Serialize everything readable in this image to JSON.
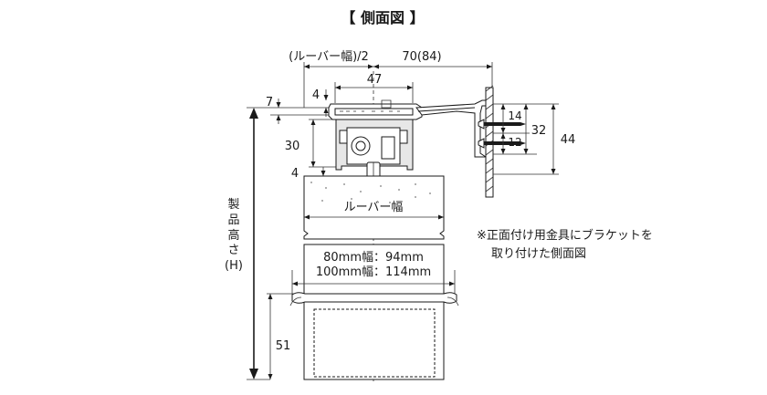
{
  "title": "【 側面図 】",
  "dimensions": {
    "louver_width_half": "(ルーバー幅)/2",
    "bracket_depth": "70(84)",
    "top_width": "47",
    "d7": "7",
    "d4_top": "4",
    "d30": "30",
    "d4_bottom": "4",
    "d14": "14",
    "d12": "12",
    "d32": "32",
    "d44": "44",
    "d51": "51"
  },
  "labels": {
    "louver_width": "ルーバー幅",
    "width_80": "80mm幅：94mm",
    "width_100": "100mm幅：114mm",
    "product_height_line1": "製",
    "product_height_line2": "品",
    "product_height_line3": "高",
    "product_height_line4": "さ",
    "product_height_h": "(H)"
  },
  "note": {
    "line1": "※正面付け用金具にブラケットを",
    "line2": "取り付けた側面図"
  }
}
